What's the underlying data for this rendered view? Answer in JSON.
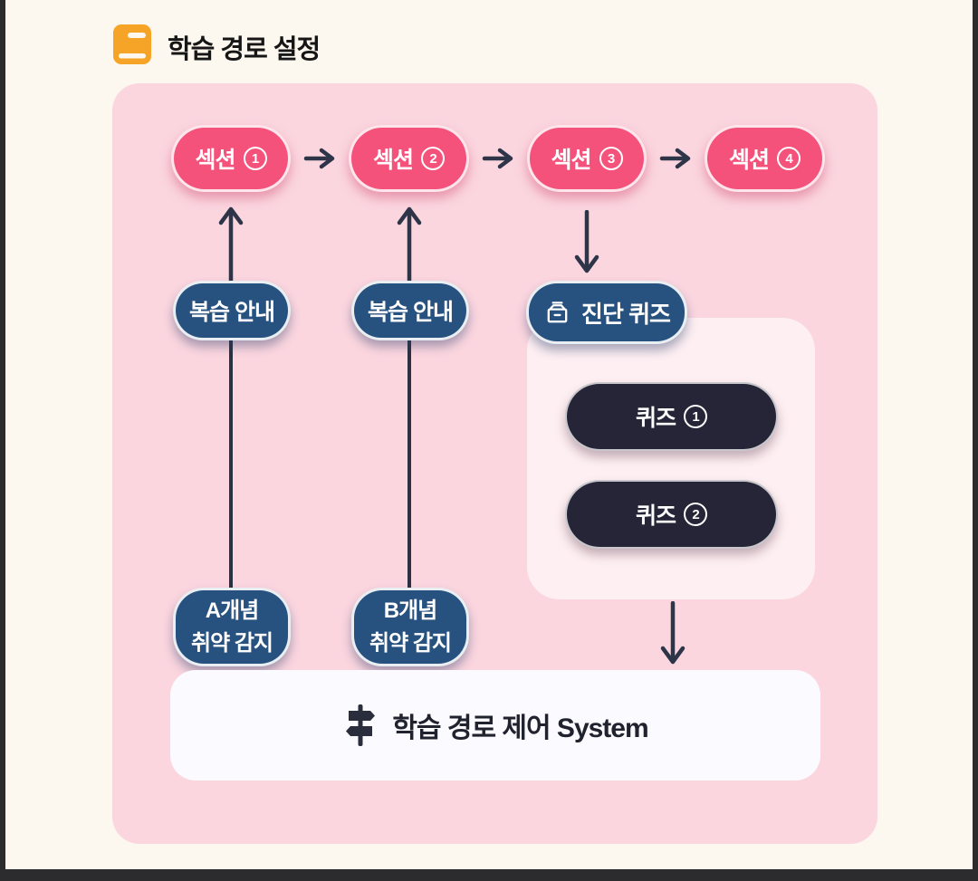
{
  "header": {
    "title": "학습 경로 설정"
  },
  "icons": {
    "book": "book-icon",
    "archive": "archive-icon",
    "signpost": "signpost-icon",
    "arrow_right": "arrow-right-icon",
    "arrow_up": "arrow-up-icon",
    "arrow_down": "arrow-down-icon"
  },
  "colors": {
    "page_bg": "#FDF8EF",
    "window_frame": "#2C2C2E",
    "board_bg": "#FBD6DF",
    "section_pink": "#F4527B",
    "navy": "#27517F",
    "quiz_dark": "#262537",
    "quiz_panel_bg": "#FDEFF2",
    "system_bar_bg": "#FBFAFE",
    "arrow": "#2F3548",
    "book_orange": "#F5A427"
  },
  "diagram": {
    "sections": [
      {
        "label": "섹션",
        "num": "1"
      },
      {
        "label": "섹션",
        "num": "2"
      },
      {
        "label": "섹션",
        "num": "3"
      },
      {
        "label": "섹션",
        "num": "4"
      }
    ],
    "reviews": [
      {
        "label": "복습 안내"
      },
      {
        "label": "복습 안내"
      }
    ],
    "diagnosis": {
      "label": "진단 퀴즈"
    },
    "quizzes": [
      {
        "label": "퀴즈",
        "num": "1"
      },
      {
        "label": "퀴즈",
        "num": "2"
      }
    ],
    "detections": [
      {
        "line1": "A개념",
        "line2": "취약 감지"
      },
      {
        "line1": "B개념",
        "line2": "취약 감지"
      }
    ],
    "system": {
      "label": "학습 경로 제어 System"
    }
  }
}
